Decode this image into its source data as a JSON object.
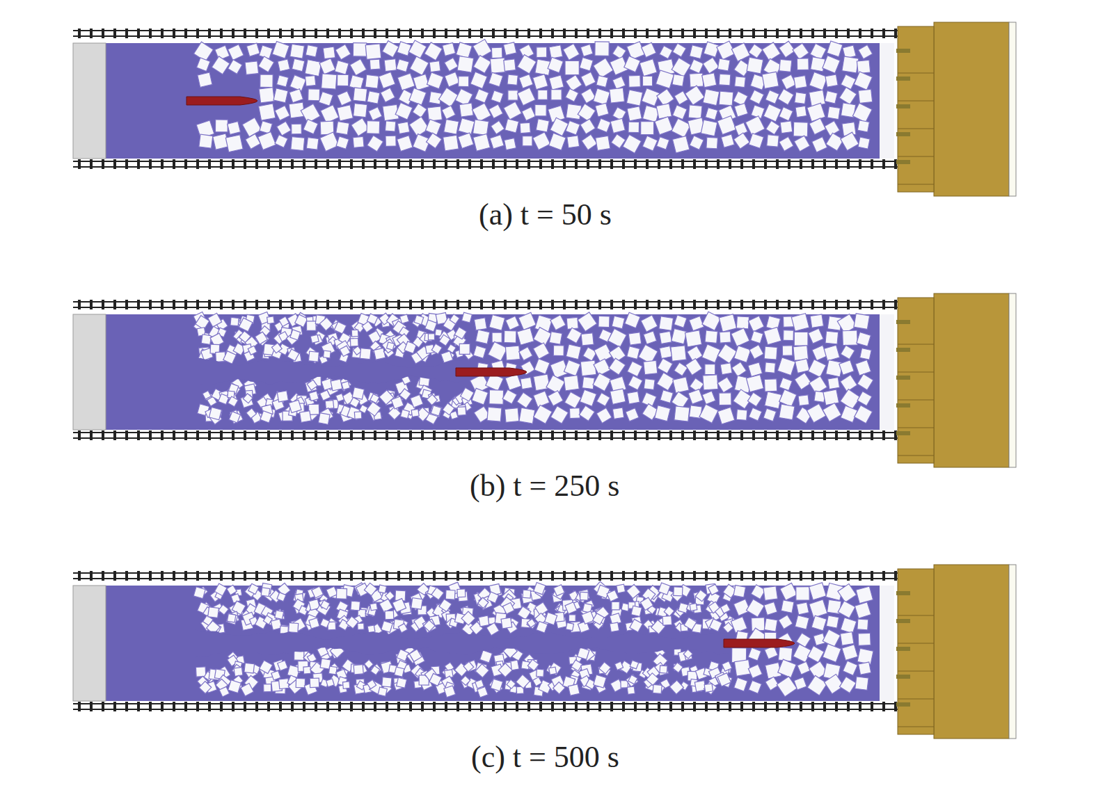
{
  "diagram": {
    "labels": [
      "(a) t = 50 s",
      "(b) t = 250 s",
      "(c) t = 500 s"
    ]
  }
}
